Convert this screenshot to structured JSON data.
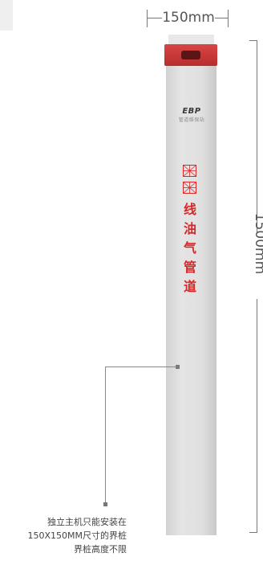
{
  "dimension_width": "150mm",
  "dimension_height": "1500mm",
  "logo": {
    "mark": "EBP",
    "subtitle": "管道维保站"
  },
  "post_text": [
    "线",
    "油",
    "气",
    "管",
    "道"
  ],
  "note_lines": [
    "独立主机只能安装在",
    "150X150MM尺寸的界桩",
    "界桩高度不限"
  ],
  "colors": {
    "cap": "#c73535",
    "text_red": "#d62828",
    "post": "#dcdcdc"
  }
}
